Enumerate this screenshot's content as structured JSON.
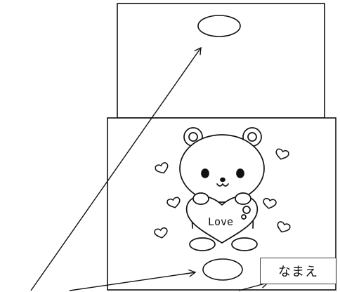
{
  "name_label": "なまえ",
  "illustration": {
    "subject": "bear-holding-heart",
    "heart_text": "Love"
  },
  "colors": {
    "line": "#111111",
    "background": "#ffffff"
  }
}
